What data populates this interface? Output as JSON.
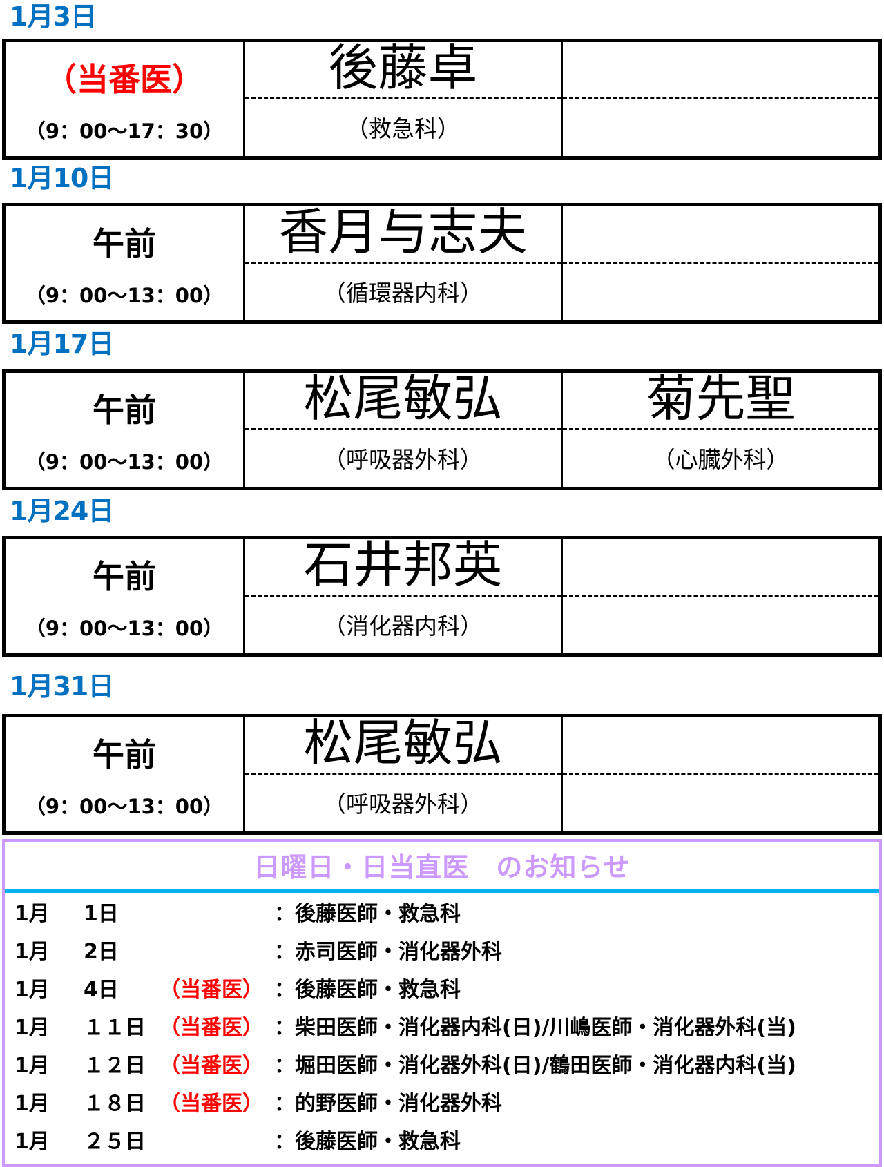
{
  "schedule": [
    {
      "date": "1月3日",
      "period": "（当番医）",
      "period_red": true,
      "time": "（9：00～17：30）",
      "doctors": [
        {
          "name": "後藤卓",
          "dept": "（救急科）"
        },
        {
          "name": "",
          "dept": ""
        }
      ]
    },
    {
      "date": "1月10日",
      "period": "午前",
      "period_red": false,
      "time": "（9：00～13：00）",
      "doctors": [
        {
          "name": "香月与志夫",
          "dept": "（循環器内科）"
        },
        {
          "name": "",
          "dept": ""
        }
      ]
    },
    {
      "date": "1月17日",
      "period": "午前",
      "period_red": false,
      "time": "（9：00～13：00）",
      "doctors": [
        {
          "name": "松尾敏弘",
          "dept": "（呼吸器外科）"
        },
        {
          "name": "菊先聖",
          "dept": "（心臓外科）"
        }
      ]
    },
    {
      "date": "1月24日",
      "period": "午前",
      "period_red": false,
      "time": "（9：00～13：00）",
      "doctors": [
        {
          "name": "石井邦英",
          "dept": "（消化器内科）"
        },
        {
          "name": "",
          "dept": ""
        }
      ]
    },
    {
      "date": "1月31日",
      "period": "午前",
      "period_red": false,
      "time": "（9：00～13：00）",
      "doctors": [
        {
          "name": "松尾敏弘",
          "dept": "（呼吸器外科）"
        },
        {
          "name": "",
          "dept": ""
        }
      ]
    }
  ],
  "notice": {
    "title": "日曜日・日当直医　のお知らせ",
    "rows": [
      {
        "month": "1月",
        "day": "1日",
        "tag": "",
        "info": "：後藤医師・救急科"
      },
      {
        "month": "1月",
        "day": "2日",
        "tag": "",
        "info": "：赤司医師・消化器外科"
      },
      {
        "month": "1月",
        "day": "4日",
        "tag": "（当番医）",
        "info": "：後藤医師・救急科"
      },
      {
        "month": "1月",
        "day": "１１日",
        "tag": "（当番医）",
        "info": "：柴田医師・消化器内科(日)/川嶋医師・消化器外科(当)"
      },
      {
        "month": "1月",
        "day": "１２日",
        "tag": "（当番医）",
        "info": "：堀田医師・消化器外科(日)/鶴田医師・消化器内科(当)"
      },
      {
        "month": "1月",
        "day": "１８日",
        "tag": "（当番医）",
        "info": "：的野医師・消化器外科"
      },
      {
        "month": "1月",
        "day": "２５日",
        "tag": "",
        "info": "：後藤医師・救急科"
      }
    ]
  },
  "colors": {
    "date": "#0070c0",
    "alert": "#ff0000",
    "notice_border": "#cc99ff",
    "notice_rule": "#00b0f0"
  }
}
